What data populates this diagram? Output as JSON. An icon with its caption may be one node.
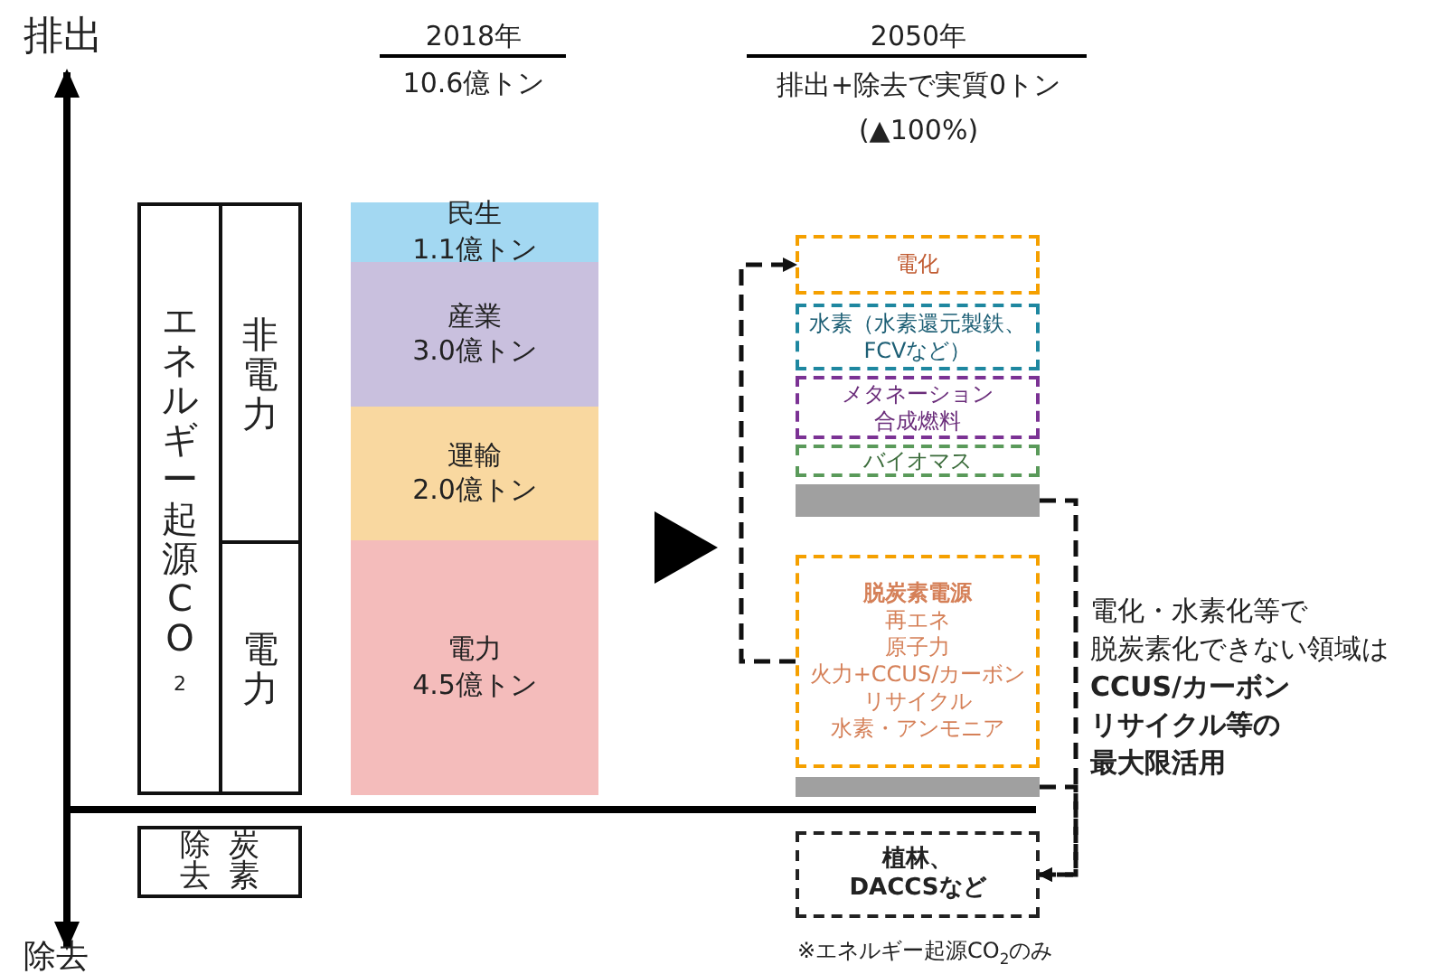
{
  "diagram": {
    "nodes": [
      {
        "text": [
          "エネルギー起源CO$_{2}$"
        ]
      },
      {
        "text": [
          "非電力"
        ]
      },
      {
        "text": [
          "電力"
        ]
      },
      {
        "text": [
          "炭素除去"
        ]
      },
      {
        "text": [
          "民生",
          "1.1億トン"
        ]
      },
      {
        "text": [
          "産業",
          "3.0億トン"
        ]
      },
      {
        "text": [
          "運輸",
          "2.0億トン"
        ]
      },
      {
        "text": [
          "電力",
          "4.5億トン"
        ]
      },
      {
        "text": [
          "電化"
        ]
      },
      {
        "text": [
          "水素（水素還元製鉄、",
          "FCVなど）"
        ]
      },
      {
        "text": [
          "メタネーション",
          "合成燃料"
        ]
      },
      {
        "text": [
          "バイオマス"
        ]
      },
      {
        "text": [],
        "shape": "bar"
      },
      {
        "text": [
          "脱炭素電源",
          "再エネ",
          "原子力",
          "火力+CCUS/カーボン",
          "リサイクル",
          "水素・アンモニア"
        ]
      },
      {
        "text": [],
        "shape": "bar"
      },
      {
        "text": [
          "植林、",
          "DACCSなど"
        ]
      }
    ],
    "edges": [
      {
        "from": 13,
        "to": 8,
        "arrow": "to",
        "style": "dashed"
      },
      {
        "from": 12,
        "to": 15,
        "arrow": "to",
        "style": "dashed"
      },
      {
        "from": 14,
        "to": 15,
        "arrow": "to",
        "style": "dashed"
      }
    ],
    "labels": [
      "排出",
      "2018年",
      "10.6億トン",
      "2050年",
      "排出+除去で実質0トン",
      "(▲100%)",
      "電化・水素化等で",
      "脱炭素化できない領域は",
      "CCUS/カーボン",
      "リサイクル等の",
      "最大限活用",
      "除去",
      "※エネルギー起源CO$_{2}$のみ"
    ]
  }
}
